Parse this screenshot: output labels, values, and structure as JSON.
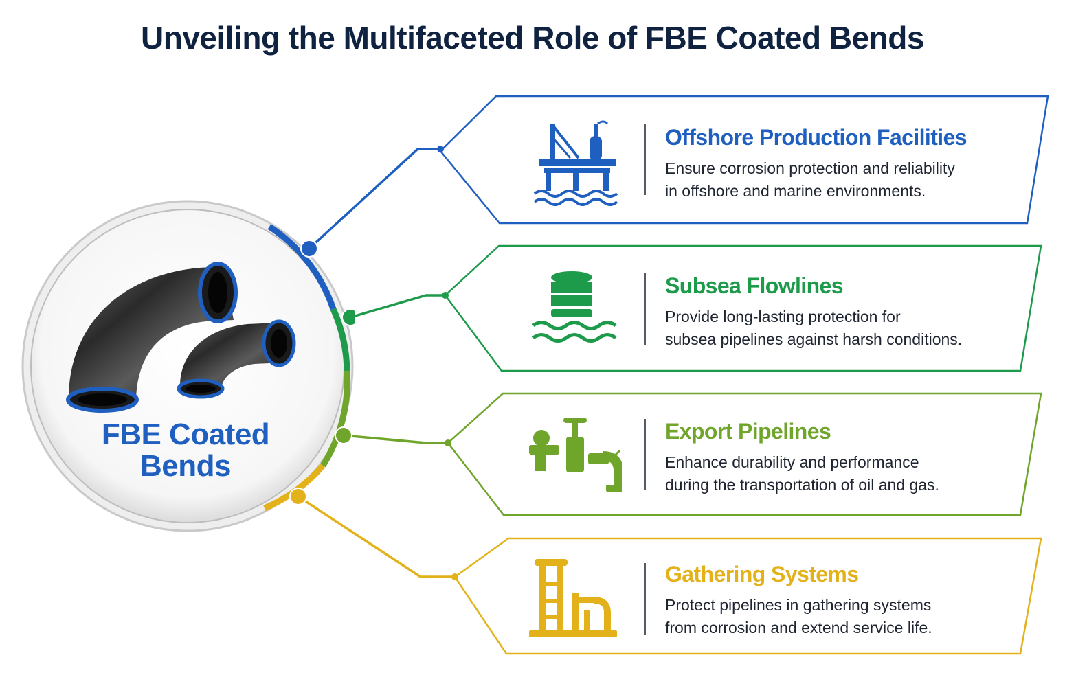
{
  "title": "Unveiling the Multifaceted Role of FBE Coated Bends",
  "hub": {
    "label_line1": "FBE Coated",
    "label_line2": "Bends"
  },
  "colors": {
    "blue": "#1f5fbf",
    "green": "#1e9a4b",
    "lime": "#6fa52a",
    "yellow": "#e3b21b",
    "title": "#0f2240"
  },
  "cards": [
    {
      "title": "Offshore Production Facilities",
      "description": "Ensure corrosion protection and reliability\nin offshore and marine environments.",
      "icon": "offshore-rig-icon",
      "color": "#1f5fbf"
    },
    {
      "title": "Subsea Flowlines",
      "description": "Provide long-lasting protection for\nsubsea pipelines against harsh conditions.",
      "icon": "subsea-tank-icon",
      "color": "#1e9a4b"
    },
    {
      "title": "Export Pipelines",
      "description": "Enhance durability and performance\nduring the transportation of oil and gas.",
      "icon": "pipeline-valve-icon",
      "color": "#6fa52a"
    },
    {
      "title": "Gathering Systems",
      "description": "Protect pipelines in gathering systems\nfrom corrosion and extend service life.",
      "icon": "gathering-pipes-icon",
      "color": "#e3b21b"
    }
  ]
}
